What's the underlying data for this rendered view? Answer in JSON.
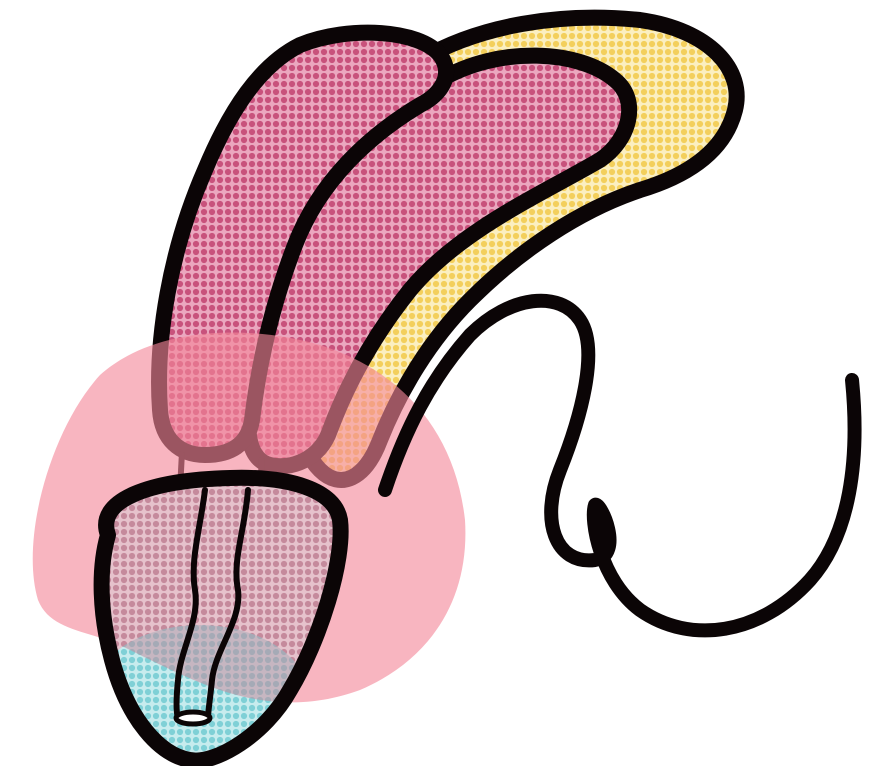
{
  "illustration": {
    "subject": "penis-cross-section-icon",
    "colors": {
      "outline": "#0b0506",
      "background": "#ffffff",
      "erectile_pink": "#c8527c",
      "erectile_pink_light": "#eba7bf",
      "sheath_yellow": "#f3cf5c",
      "sheath_yellow_light": "#fbefc1",
      "overlay_pink": "#f48899",
      "glans_blue": "#7fd0d6",
      "glans_blue_light": "#c7ecee",
      "glans_mauve": "#c58a9c"
    },
    "parts": [
      "left-erectile-tube",
      "right-erectile-tube",
      "yellow-sheath",
      "pink-highlight-blob",
      "glans-head",
      "urethra-tube",
      "trailing-string"
    ]
  }
}
